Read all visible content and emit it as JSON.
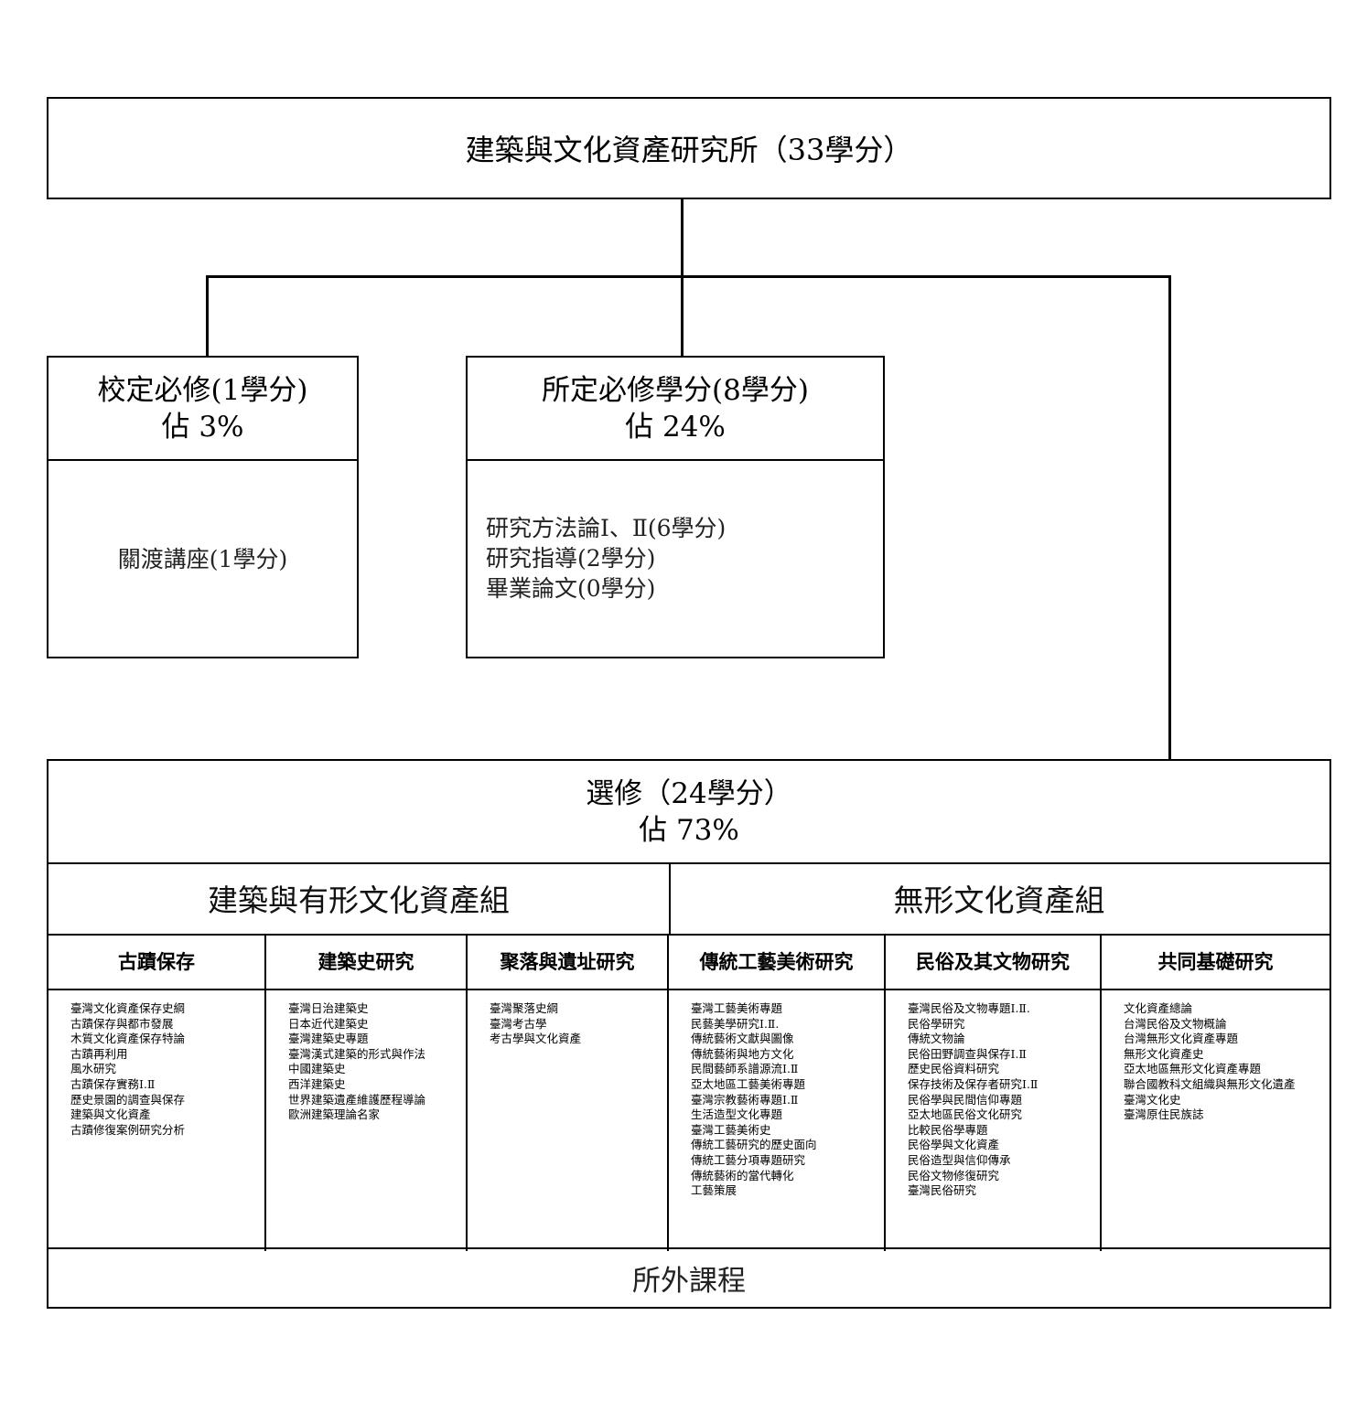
{
  "institute": {
    "title": "建築與文化資產研究所（33學分）"
  },
  "school_required": {
    "title": "校定必修(1學分)",
    "percent": "佔 3%",
    "courses": [
      "關渡講座(1學分)"
    ]
  },
  "dept_required": {
    "title": "所定必修學分(8學分)",
    "percent": "佔 24%",
    "courses": [
      "研究方法論Ⅰ、Ⅱ(6學分)",
      "研究指導(2學分)",
      "畢業論文(0學分)"
    ]
  },
  "elective": {
    "title": "選修（24學分）",
    "percent": "佔 73%",
    "groups": [
      {
        "title": "建築與有形文化資產組"
      },
      {
        "title": "無形文化資產組"
      }
    ],
    "columns": [
      {
        "title": "古蹟保存",
        "courses": [
          "臺灣文化資產保存史綱",
          "古蹟保存與都市發展",
          "木質文化資產保存特論",
          "古蹟再利用",
          "風水研究",
          "古蹟保存實務Ⅰ.Ⅱ",
          "歷史景園的調查與保存",
          "建築與文化資產",
          "古蹟修復案例研究分析"
        ]
      },
      {
        "title": "建築史研究",
        "courses": [
          "臺灣日治建築史",
          "日本近代建築史",
          "臺灣建築史專題",
          "臺灣漢式建築的形式與作法",
          "中國建築史",
          "西洋建築史",
          "世界建築遺產維護歷程導論",
          "歐洲建築理論名家"
        ]
      },
      {
        "title": "聚落與遺址研究",
        "courses": [
          "臺灣聚落史綱",
          "臺灣考古學",
          "考古學與文化資產"
        ]
      },
      {
        "title": "傳統工藝美術研究",
        "courses": [
          "臺灣工藝美術專題",
          "民藝美學研究Ⅰ.Ⅱ.",
          "傳統藝術文獻與圖像",
          "傳統藝術與地方文化",
          "民間藝師系譜源流Ⅰ.Ⅱ",
          "亞太地區工藝美術專題",
          "臺灣宗教藝術專題Ⅰ.Ⅱ",
          "生活造型文化專題",
          "臺灣工藝美術史",
          "傳統工藝研究的歷史面向",
          "傳統工藝分項專題研究",
          "傳統藝術的當代轉化",
          "工藝策展"
        ]
      },
      {
        "title": "民俗及其文物研究",
        "courses": [
          "臺灣民俗及文物專題Ⅰ.Ⅱ.",
          "民俗學研究",
          "傳統文物論",
          "民俗田野調查與保存Ⅰ.Ⅱ",
          "歷史民俗資料研究",
          "保存技術及保存者研究Ⅰ.Ⅱ",
          "民俗學與民間信仰專題",
          "亞太地區民俗文化研究",
          "比較民俗學專題",
          "民俗學與文化資產",
          "民俗造型與信仰傳承",
          "民俗文物修復研究",
          "臺灣民俗研究"
        ]
      },
      {
        "title": "共同基礎研究",
        "courses": [
          "文化資產總論",
          "台灣民俗及文物概論",
          "台灣無形文化資產專題",
          "無形文化資產史",
          "亞太地區無形文化資產專題",
          "聯合國教科文組織與無形文化遺產",
          "臺灣文化史",
          "臺灣原住民族誌"
        ]
      }
    ],
    "external": "所外課程"
  }
}
